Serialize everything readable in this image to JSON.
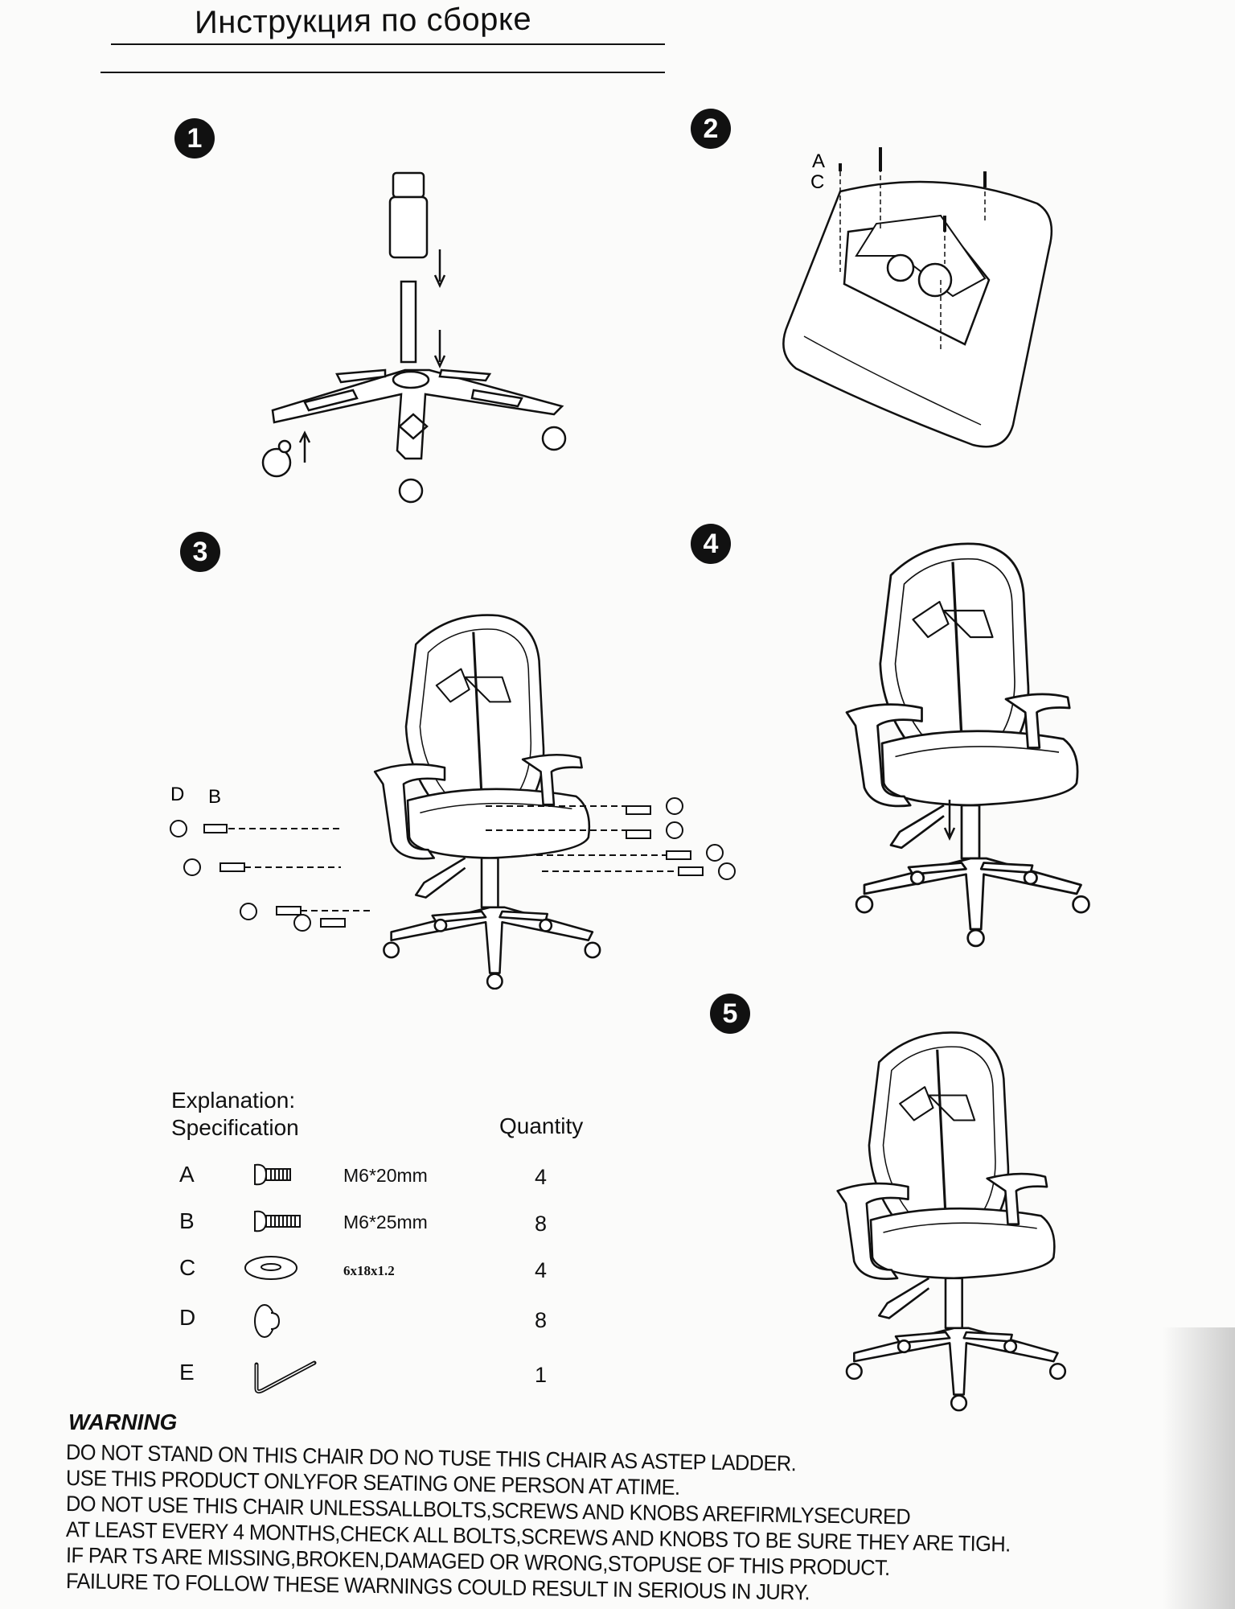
{
  "title": "Инструкция по сборке",
  "steps": [
    "1",
    "2",
    "3",
    "4",
    "5"
  ],
  "step2_labels": {
    "a": "A",
    "c": "C"
  },
  "step3_labels": {
    "d": "D",
    "b": "B"
  },
  "parts": {
    "heading1": "Explanation:",
    "heading2": "Specification",
    "quantity_heading": "Quantity",
    "rows": [
      {
        "letter": "A",
        "icon": "bolt-short-icon",
        "spec": "M6*20mm",
        "qty": "4"
      },
      {
        "letter": "B",
        "icon": "bolt-long-icon",
        "spec": "M6*25mm",
        "qty": "8"
      },
      {
        "letter": "C",
        "icon": "washer-icon",
        "spec": "6x18x1.2",
        "qty": "4"
      },
      {
        "letter": "D",
        "icon": "cap-icon",
        "spec": "",
        "qty": "8"
      },
      {
        "letter": "E",
        "icon": "allen-key-icon",
        "spec": "",
        "qty": "1"
      }
    ]
  },
  "warning": {
    "title": "WARNING",
    "lines": [
      "DO NOT  STAND  ON  THIS  CHAIR  DO  NO  TUSE THIS CHAIR AS ASTEP LADDER.",
      "USE THIS PRODUCT ONLYFOR SEATING ONE PERSON AT ATIME.",
      "DO NOT USE THIS CHAIR UNLESSALLBOLTS,SCREWS AND KNOBS AREFIRMLYSECURED",
      "AT LEAST EVERY 4 MONTHS,CHECK ALL BOLTS,SCREWS AND KNOBS TO BE SURE THEY ARE TIGH.",
      "IF PAR TS ARE MISSING,BROKEN,DAMAGED OR WRONG,STOPUSE OF THIS PRODUCT.",
      "FAILURE TO FOLLOW THESE WARNINGS COULD RESULT IN SERIOUS IN JURY."
    ]
  }
}
